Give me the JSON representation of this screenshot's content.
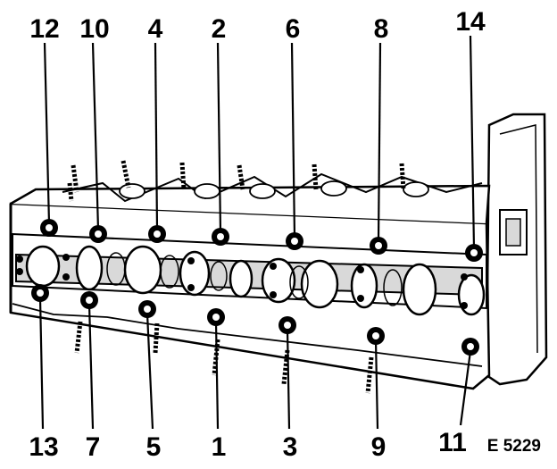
{
  "figure": {
    "reference": "E 5229",
    "subject": "cylinder-head-camshaft-bolts",
    "colors": {
      "ink": "#000000",
      "paper": "#ffffff",
      "shade": "#d9d9d9"
    },
    "top_callouts": [
      "12",
      "10",
      "4",
      "2",
      "6",
      "8",
      "14"
    ],
    "bottom_callouts": [
      "13",
      "7",
      "5",
      "1",
      "3",
      "9",
      "11"
    ]
  }
}
